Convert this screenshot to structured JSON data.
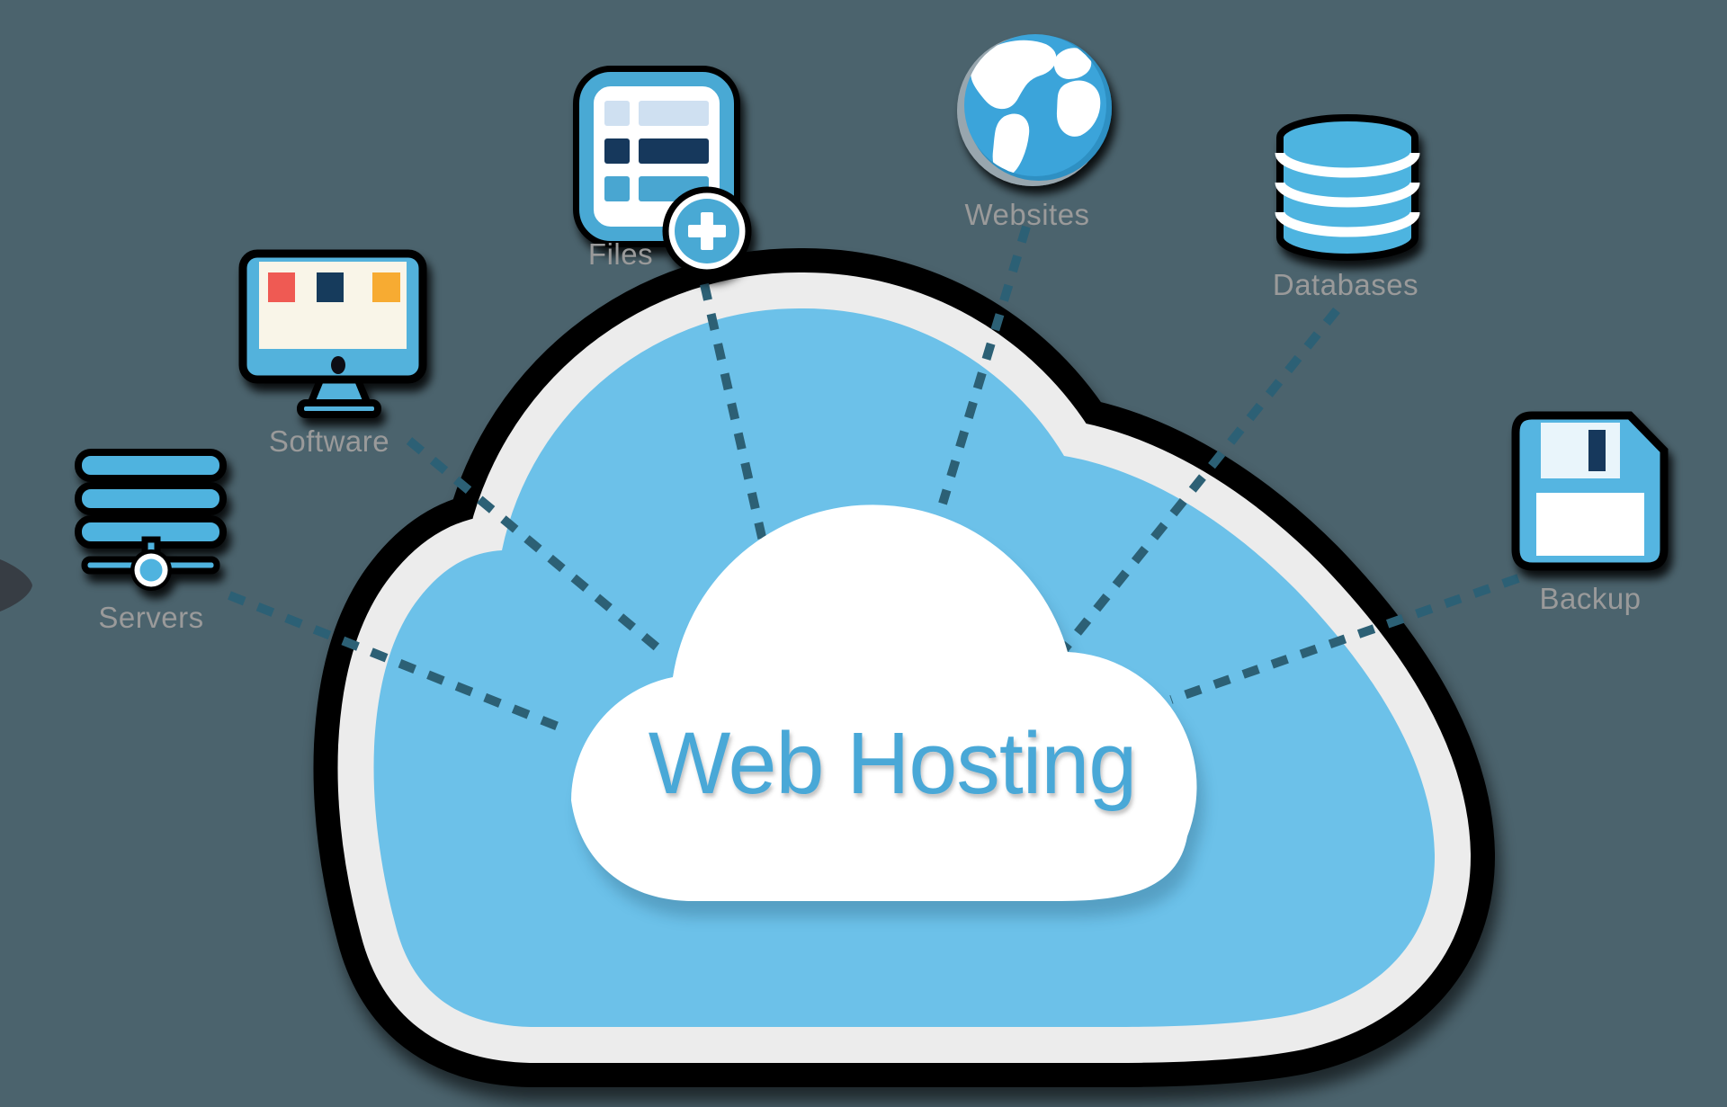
{
  "title": {
    "text": "Web Hosting",
    "color": "#49a8d7"
  },
  "background_color": "#4b636d",
  "cloud": {
    "body_color": "#6cc1e9",
    "ring_color": "#ececec",
    "outline_color": "#000000",
    "inner_cloud_color": "#ffffff"
  },
  "connector_color": "#2c6075",
  "label_color": "#9a9a9a",
  "nodes": [
    {
      "id": "servers",
      "label": "Servers",
      "icon": "server-stack-icon"
    },
    {
      "id": "software",
      "label": "Software",
      "icon": "monitor-icon"
    },
    {
      "id": "files",
      "label": "Files",
      "icon": "file-list-add-icon"
    },
    {
      "id": "websites",
      "label": "Websites",
      "icon": "globe-icon"
    },
    {
      "id": "databases",
      "label": "Databases",
      "icon": "database-cylinder-icon"
    },
    {
      "id": "backup",
      "label": "Backup",
      "icon": "floppy-disk-icon"
    }
  ]
}
